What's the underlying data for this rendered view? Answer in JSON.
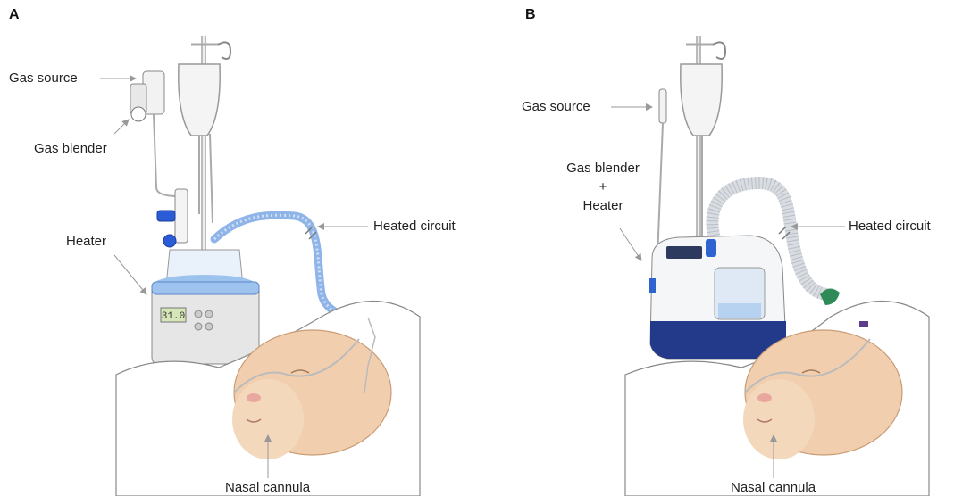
{
  "panels": [
    {
      "letter": "A",
      "labels": {
        "gas_source": "Gas source",
        "gas_blender": "Gas blender",
        "heater": "Heater",
        "heated_circuit": "Heated circuit",
        "nasal_cannula": "Nasal cannula"
      },
      "device_display": "31.0"
    },
    {
      "letter": "B",
      "labels": {
        "gas_source": "Gas source",
        "gas_blender_heater_line1": "Gas blender",
        "gas_blender_heater_line2": "+",
        "gas_blender_heater_line3": "Heater",
        "heated_circuit": "Heated circuit",
        "nasal_cannula": "Nasal cannula"
      }
    }
  ],
  "colors": {
    "skin": "#f1cfae",
    "skin_shadow": "#e2b48e",
    "tube_blue": "#8fb4e8",
    "tube_gray": "#d9dde2",
    "device_navy": "#233a8a",
    "water": "#bcd6f4",
    "leader_line": "#999999"
  }
}
